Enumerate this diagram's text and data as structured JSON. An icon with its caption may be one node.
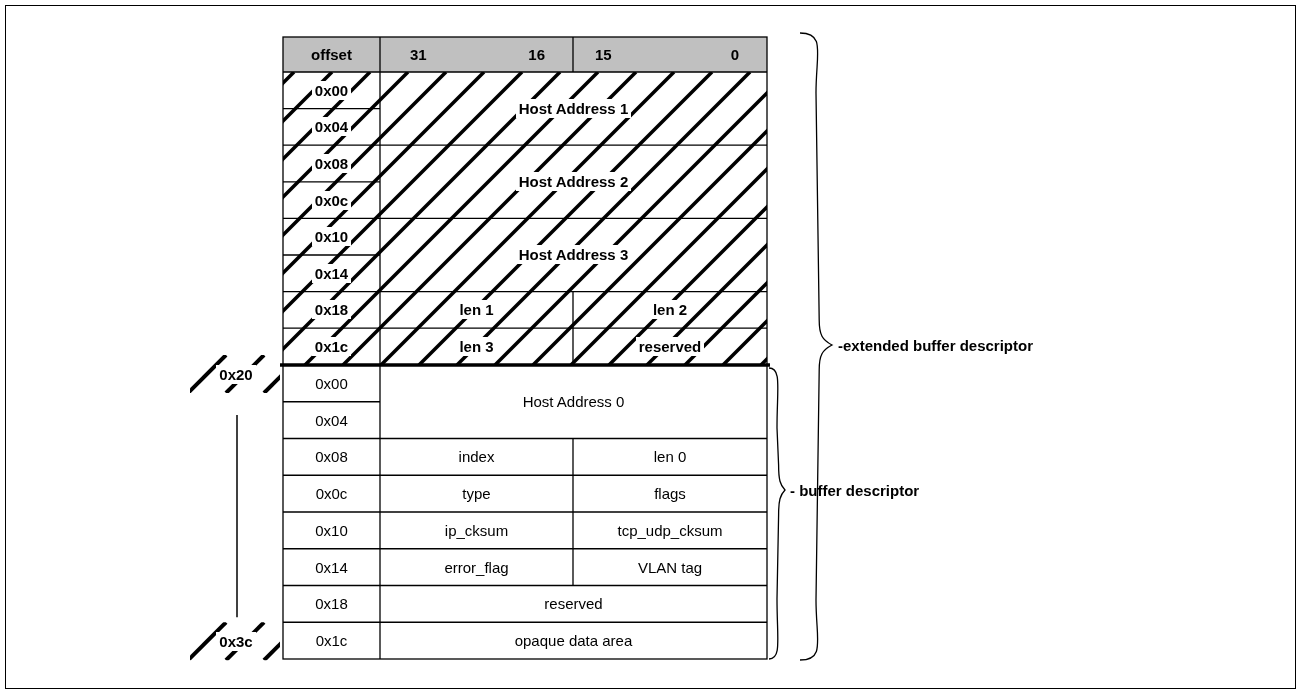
{
  "diagram": {
    "labels": [
      "offset",
      "31",
      "16",
      "15",
      "0",
      "0x00",
      "Host Address 1",
      "0x04",
      "0x08",
      "Host Address 2",
      "0x0c",
      "0x10",
      "Host Address 3",
      "0x14",
      "0x18",
      "len 1",
      "len 2",
      "0x1c",
      "len 3",
      "reserved",
      "-extended buffer descriptor",
      "0x20",
      "0x00",
      "Host Address 0",
      "0x04",
      "0x08",
      "index",
      "len 0",
      "0x0c",
      "type",
      "flags",
      "- buffer descriptor",
      "0x10",
      "ip_cksum",
      "tcp_udp_cksum",
      "0x14",
      "error_flag",
      "VLAN tag",
      "0x18",
      "reserved",
      "0x3c",
      "0x1c",
      "opaque data area"
    ]
  }
}
